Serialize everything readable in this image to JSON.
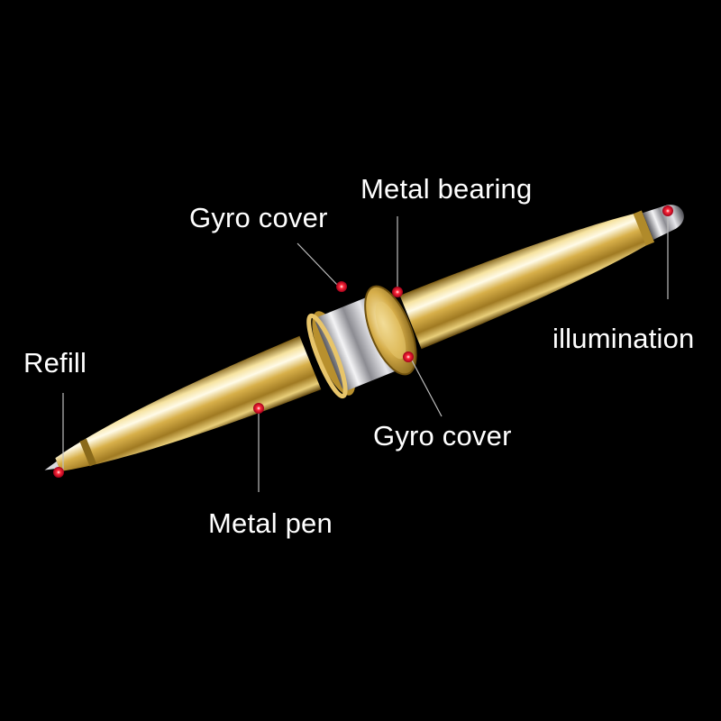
{
  "labels": {
    "metal_bearing": "Metal bearing",
    "gyro_cover_top": "Gyro cover",
    "illumination": "illumination",
    "refill": "Refill",
    "gyro_cover_bottom": "Gyro cover",
    "metal_pen": "Metal pen"
  },
  "colors": {
    "background": "#000000",
    "body_gold": "#d9b24a",
    "chrome": "#c8c8cc",
    "marker": "#e0102a",
    "leader": "#bfbfbf",
    "text": "#ffffff"
  }
}
